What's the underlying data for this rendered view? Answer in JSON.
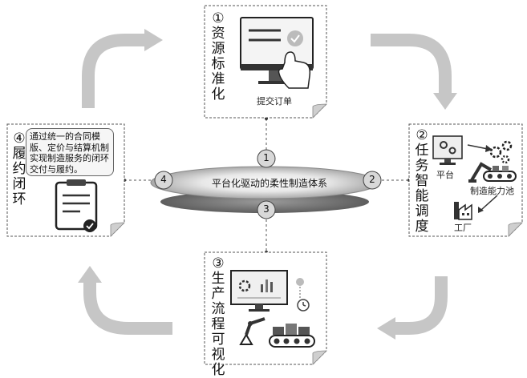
{
  "cards": {
    "top": {
      "title": "①资源标准化",
      "caption": "提交订单"
    },
    "right": {
      "title": "②任务智能调度",
      "platform": "平台",
      "pool": "制造能力池",
      "factory": "工厂"
    },
    "bottom": {
      "title": "③生产流程可视化"
    },
    "left": {
      "title": "④履约闭环",
      "note": "通过统一的合同模版、定价与结算机制实现制造服务的闭环交付与履约。"
    }
  },
  "center": {
    "label": "平台化驱动的柔性制造体系",
    "markers": [
      "1",
      "2",
      "3",
      "4"
    ]
  },
  "colors": {
    "arrow": "#c4c4c4",
    "border": "#555555",
    "disk": "#8c8c8c"
  }
}
